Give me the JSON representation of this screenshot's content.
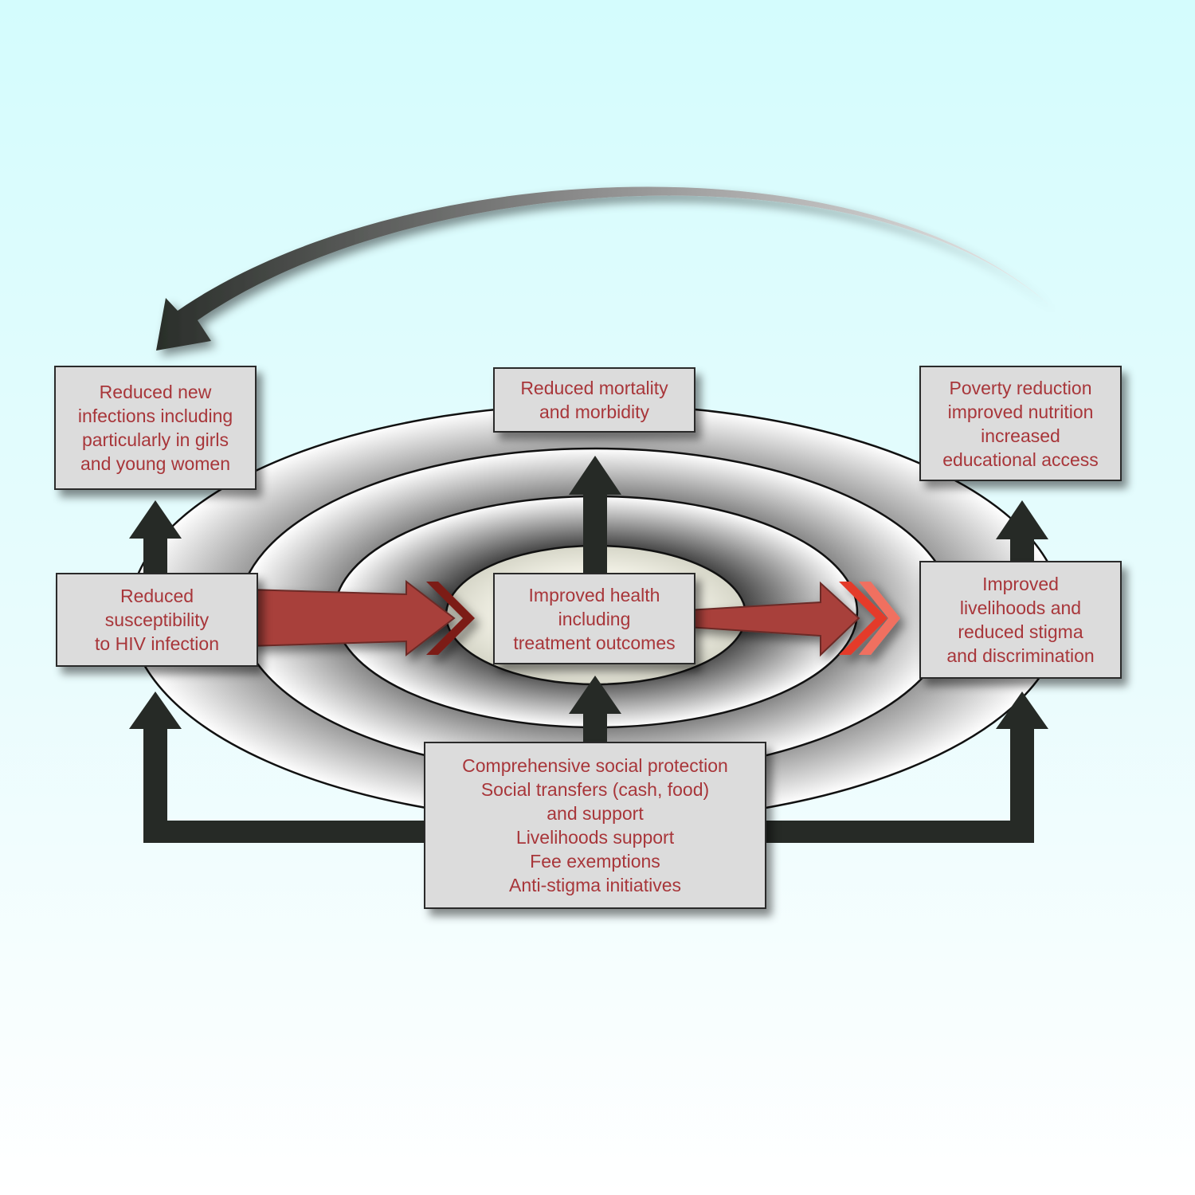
{
  "colors": {
    "text": "#a8363a",
    "box_fill": "#dcdcdc",
    "dark_arrow": "#262a26",
    "red_arrow": "#a8403a",
    "ring_dark": "#3c3c3c",
    "ring_light": "#ffffff",
    "center_fill": "#f4f3e8"
  },
  "boxes": {
    "new_infections": {
      "lines": [
        "Reduced new",
        "infections including",
        "particularly in girls",
        "and young women"
      ]
    },
    "mortality": {
      "lines": [
        "Reduced mortality",
        "and morbidity"
      ]
    },
    "poverty": {
      "lines": [
        "Poverty reduction",
        "improved nutrition",
        "increased",
        "educational access"
      ]
    },
    "susceptibility": {
      "lines": [
        "Reduced",
        "susceptibility",
        "to HIV infection"
      ]
    },
    "health": {
      "lines": [
        "Improved health",
        "including",
        "treatment outcomes"
      ]
    },
    "livelihoods": {
      "lines": [
        "Improved",
        "livelihoods and",
        "reduced stigma",
        "and discrimination"
      ]
    },
    "social_protection": {
      "lines": [
        "Comprehensive social protection",
        "Social transfers (cash, food)",
        "and support",
        "Livelihoods support",
        "Fee exemptions",
        "Anti-stigma initiatives"
      ]
    }
  },
  "icons": {
    "feedback_arrow": "curved-arrow-left-icon",
    "up_arrow": "arrow-up-icon",
    "right_arrow": "chevron-arrow-right-icon"
  }
}
